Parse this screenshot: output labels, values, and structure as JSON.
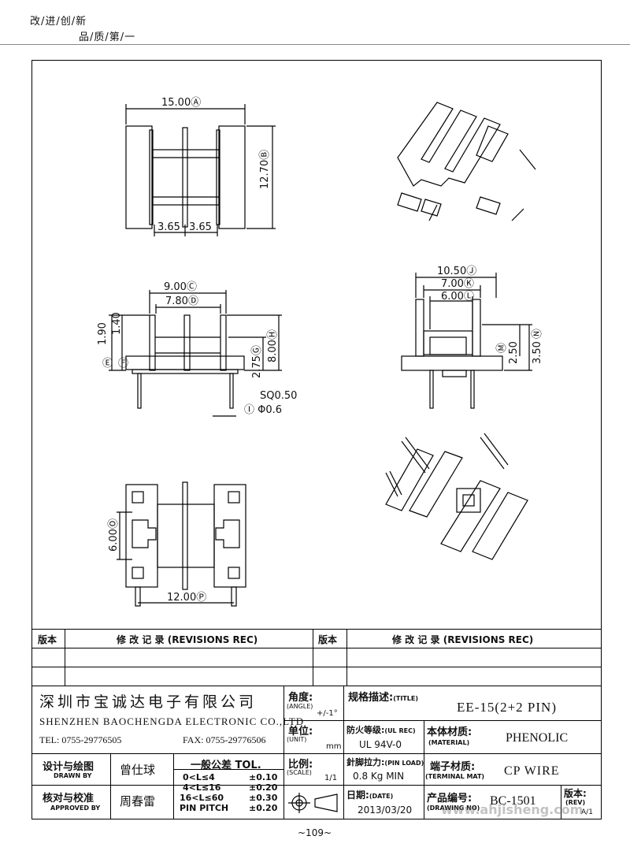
{
  "header": {
    "slogan_line1": "改/进/创/新",
    "slogan_line2": "品/质/第/一"
  },
  "dimensions": {
    "d1": "15.00Ⓐ",
    "d2": "12.70Ⓑ",
    "d3": "3.65",
    "d4": "3.65",
    "d5": "9.00Ⓒ",
    "d6": "7.80Ⓓ",
    "d7": "1.90",
    "d8": "1.40",
    "d9": "8.00Ⓗ",
    "d10": "2.75Ⓖ",
    "d11": "Ⓔ",
    "d12": "Ⓕ",
    "d13": "SQ0.50",
    "d14": "Ⓘ Φ0.6",
    "d15": "10.50Ⓙ",
    "d16": "7.00Ⓚ",
    "d17": "6.00Ⓛ",
    "d18": "2.50",
    "d19": "3.50",
    "d20": "Ⓜ",
    "d21": "Ⓝ",
    "d22": "6.00Ⓞ",
    "d23": "12.00Ⓟ"
  },
  "revisions": {
    "label1": "版本",
    "title1": "修 改 记 录  (REVISIONS REC)",
    "label2": "版本",
    "title2": "修 改 记 录  (REVISIONS REC)"
  },
  "company": {
    "name_cn": "深圳市宝诚达电子有限公司",
    "name_en": "SHENZHEN BAOCHENGDA ELECTRONIC CO.,LTD",
    "tel": "TEL: 0755-29776505",
    "fax": "FAX: 0755-29776506"
  },
  "fields": {
    "angle_label": "角度:",
    "angle_en": "(ANGLE)",
    "angle_value": "+/-1°",
    "unit_label": "单位:",
    "unit_en": "(UNIT)",
    "unit_value": "mm",
    "scale_label": "比例:",
    "scale_en": "(SCALE)",
    "scale_value": "1/1",
    "title_label": "规格描述:",
    "title_en": "(TITLE)",
    "title_value": "EE-15(2+2 PIN)",
    "ul_label": "防火等级:",
    "ul_en": "(UL REC)",
    "ul_value": "UL 94V-0",
    "material_label": "本体材质:",
    "material_en": "(MATERIAL)",
    "material_value": "PHENOLIC",
    "pinload_label": "針脚拉力:",
    "pinload_en": "(PIN LOAD)",
    "pinload_value": "0.8 Kg MIN",
    "terminal_label": "端子材质:",
    "terminal_en": "(TERMINAL MAT)",
    "terminal_value": "CP WIRE",
    "date_label": "日期:",
    "date_en": "(DATE)",
    "date_value": "2013/03/20",
    "drawing_label": "产品编号:",
    "drawing_en": "(DRAWING NO)",
    "drawing_value": "BC-1501",
    "rev_label": "版本:",
    "rev_en": "(REV)",
    "rev_value": "A/1",
    "design_label": "设计与绘图",
    "design_en": "DRAWN BY",
    "design_name": "曾仕球",
    "approve_label": "核对与校准",
    "approve_en": "APPROVED BY",
    "approve_name": "周春雷",
    "tol_title": "一般公差 TOL.",
    "tol_rows": [
      {
        "range": "0<L≤4",
        "value": "±0.10"
      },
      {
        "range": "4<L≤16",
        "value": "±0.20"
      },
      {
        "range": "16<L≤60",
        "value": "±0.30"
      },
      {
        "range": "PIN PITCH",
        "value": "±0.20"
      }
    ]
  },
  "watermark": "www.ahjisheng.com",
  "page_number": "~109~"
}
